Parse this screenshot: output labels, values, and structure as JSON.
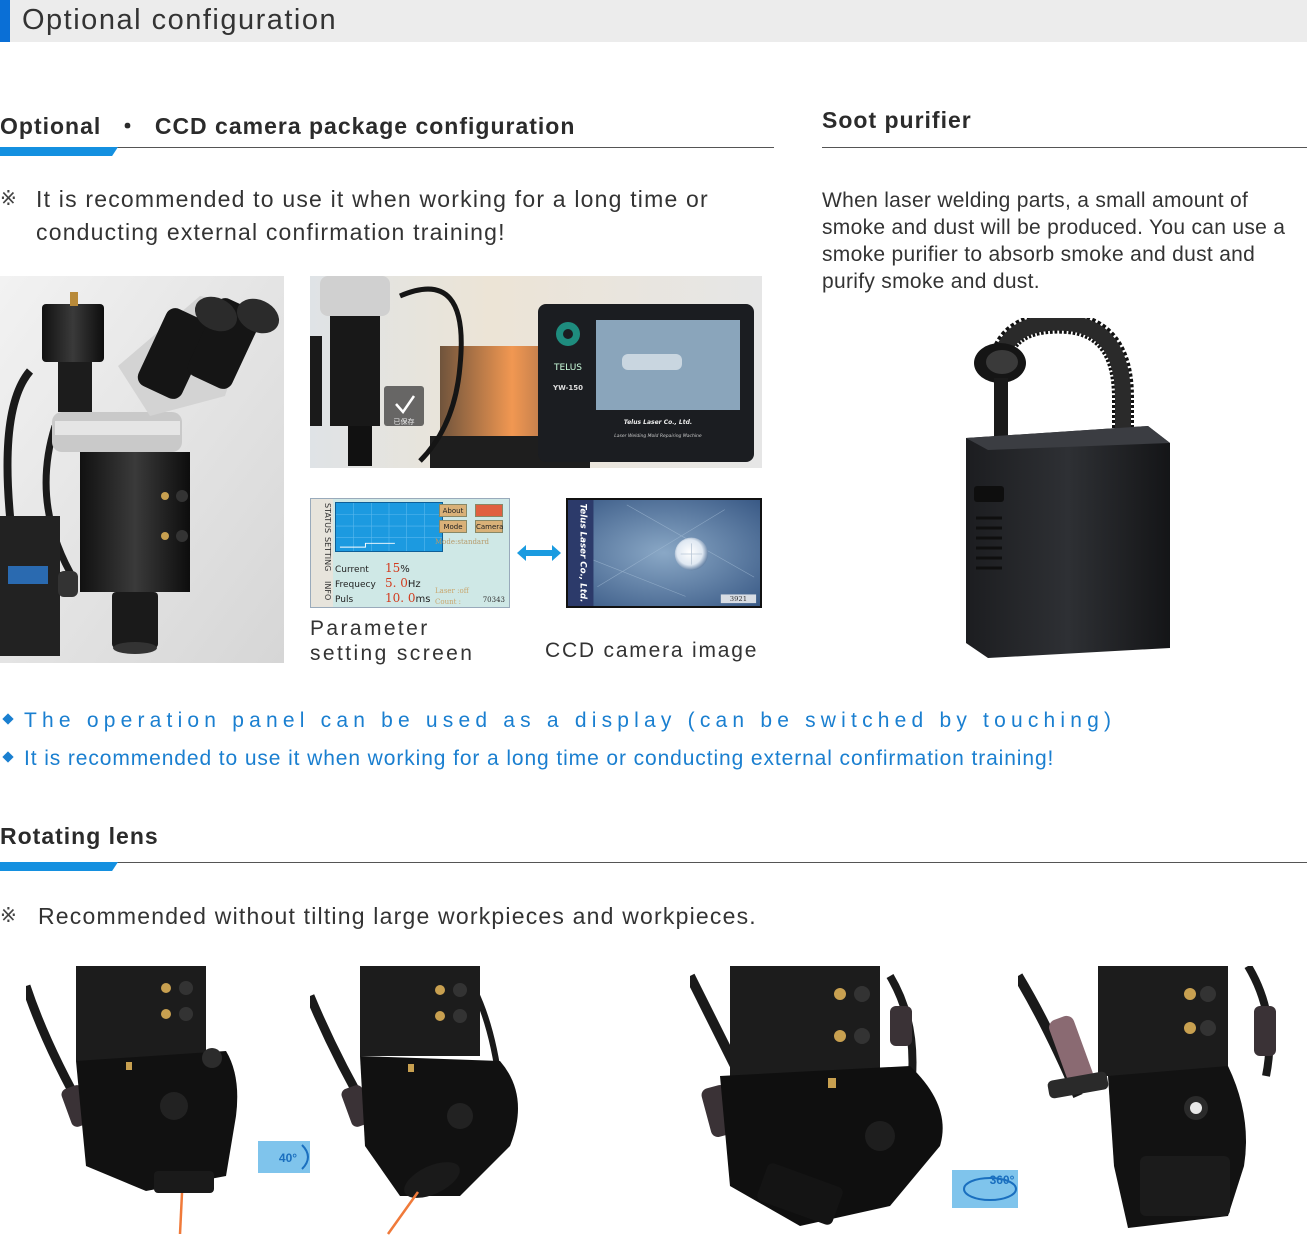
{
  "header": {
    "title": "Optional configuration",
    "accent_color": "#0a6fd6"
  },
  "ccd_section": {
    "title": "Optional  ・  CCD camera package configuration",
    "note_mark": "※",
    "note": "It is recommended to use it when working for a long time or conducting external confirmation training!",
    "caption_parameter_line1": "Parameter",
    "caption_parameter_line2": "setting screen",
    "caption_ccd": "CCD camera image",
    "monitor_brand": "TELUS",
    "monitor_model": "YW-150",
    "monitor_company": "Telus Laser Co., Ltd.",
    "monitor_subtitle": "Laser Welding Mold Repairing Machine",
    "saved_label": "已保存",
    "ccd_overlay_text": "Telus Laser Co., Ltd.",
    "ccd_counter": "3921"
  },
  "parameter_screen": {
    "tabs": [
      "STATUS",
      "SETTING",
      "INFO"
    ],
    "buttons": {
      "about": "About",
      "mode": "Mode",
      "camera": "Camera"
    },
    "mode_text": "Mode:standard",
    "rows": [
      {
        "label": "Current",
        "value": "15",
        "unit": "%"
      },
      {
        "label": "Frequecy",
        "value": "5. 0",
        "unit": "Hz"
      },
      {
        "label": "Puls",
        "value": "10. 0",
        "unit": "ms"
      }
    ],
    "laser_status": "Laser :off",
    "count_label": "Count :",
    "count_value": "70343"
  },
  "soot_section": {
    "title": "Soot purifier",
    "description": "When laser welding parts, a small amount of smoke and dust will be produced. You can use a smoke purifier to absorb smoke and dust and purify smoke and dust."
  },
  "bullets": [
    "The operation panel can be used as a display (can be switched by touching)",
    "It is recommended to use it when working for a long time or conducting external confirmation training!"
  ],
  "rotating_section": {
    "title": "Rotating lens",
    "note_mark": "※",
    "note": "Recommended without tilting large workpieces and workpieces.",
    "tilt_label": "40°",
    "rotate_label": "360°"
  },
  "colors": {
    "accent_blue": "#1490e0",
    "bullet_blue": "#1a7fd0",
    "arrow_blue": "#7fc4ec"
  }
}
